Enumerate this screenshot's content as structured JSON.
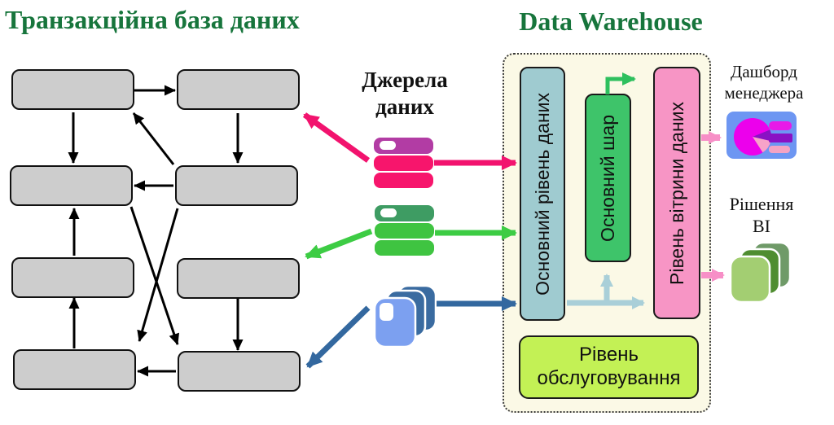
{
  "left_panel": {
    "title": "Транзакційна база даних",
    "node_count": 8,
    "node_color": "#CDCDCD"
  },
  "sources": {
    "label": "Джерела даних",
    "items": [
      {
        "icon": "database-icon-pink",
        "color_top": "#B23CA4",
        "color_body": "#F7156C"
      },
      {
        "icon": "database-icon-green",
        "color_top": "#3E9C63",
        "color_body": "#3FC441"
      },
      {
        "icon": "file-stack-icon-blue",
        "color_back": "#3A6BA0",
        "color_front": "#7CA0F0"
      }
    ]
  },
  "warehouse": {
    "title": "Data Warehouse",
    "layers": {
      "staging": "Основний рівень даних",
      "core": "Основний шар",
      "marts": "Рівень вітрини даних",
      "service": "Рівень обслуговування"
    }
  },
  "outputs": {
    "dashboard_label": "Дашборд менеджера",
    "bi_label": "Рішення BI"
  },
  "colors": {
    "title_green": "#17753C",
    "warehouse_bg": "#FBF9E6",
    "staging_teal": "#9FCBD0",
    "core_green": "#3EC46A",
    "marts_pink": "#F795C5",
    "service_lime": "#C3F155",
    "arrow_pink": "#F2136E",
    "arrow_green": "#3DCC44",
    "arrow_blue": "#33689F",
    "arrow_lightblue": "#A9CFD8",
    "arrow_output_pink": "#F78FC7"
  }
}
